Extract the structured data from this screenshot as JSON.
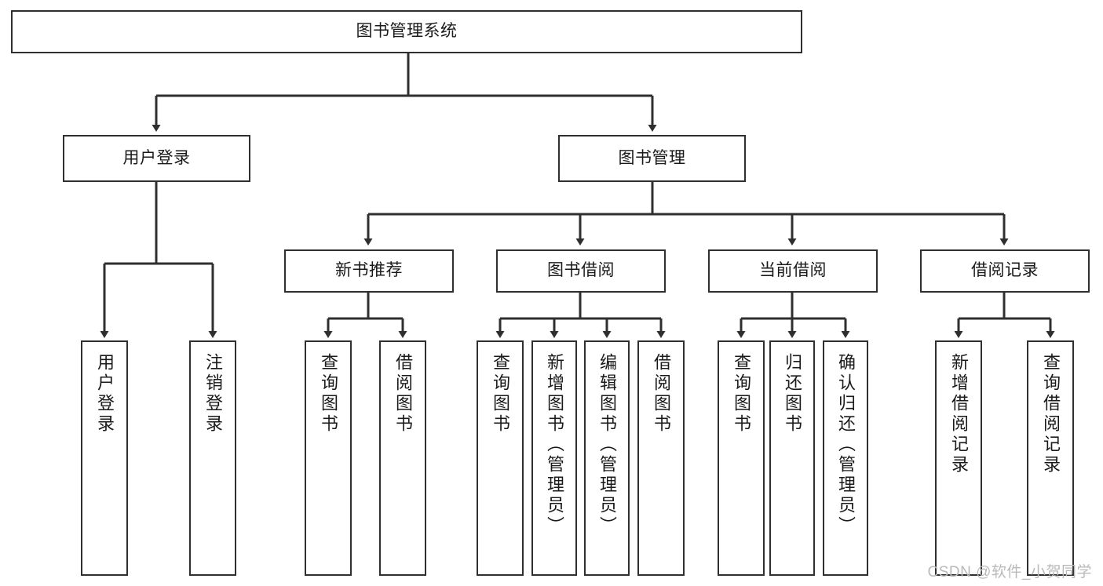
{
  "diagram": {
    "title_node": {
      "label": "图书管理系统"
    },
    "level2": [
      {
        "label": "用户登录"
      },
      {
        "label": "图书管理"
      }
    ],
    "level3": [
      {
        "label": "新书推荐"
      },
      {
        "label": "图书借阅"
      },
      {
        "label": "当前借阅"
      },
      {
        "label": "借阅记录"
      }
    ],
    "leaves": [
      {
        "label": "用户登录"
      },
      {
        "label": "注销登录"
      },
      {
        "label": "查询图书"
      },
      {
        "label": "借阅图书"
      },
      {
        "label": "查询图书"
      },
      {
        "label": "新增图书（管理员）"
      },
      {
        "label": "编辑图书（管理员）"
      },
      {
        "label": "借阅图书"
      },
      {
        "label": "查询图书"
      },
      {
        "label": "归还图书"
      },
      {
        "label": "确认归还（管理员）"
      },
      {
        "label": "新增借阅记录"
      },
      {
        "label": "查询借阅记录"
      }
    ]
  },
  "watermark": {
    "text": "CSDN @软件_小贺同学"
  },
  "colors": {
    "stroke": "#2f2f2f",
    "background": "#ffffff",
    "text": "#1a1a1a",
    "watermark": "#b9b9b9"
  }
}
